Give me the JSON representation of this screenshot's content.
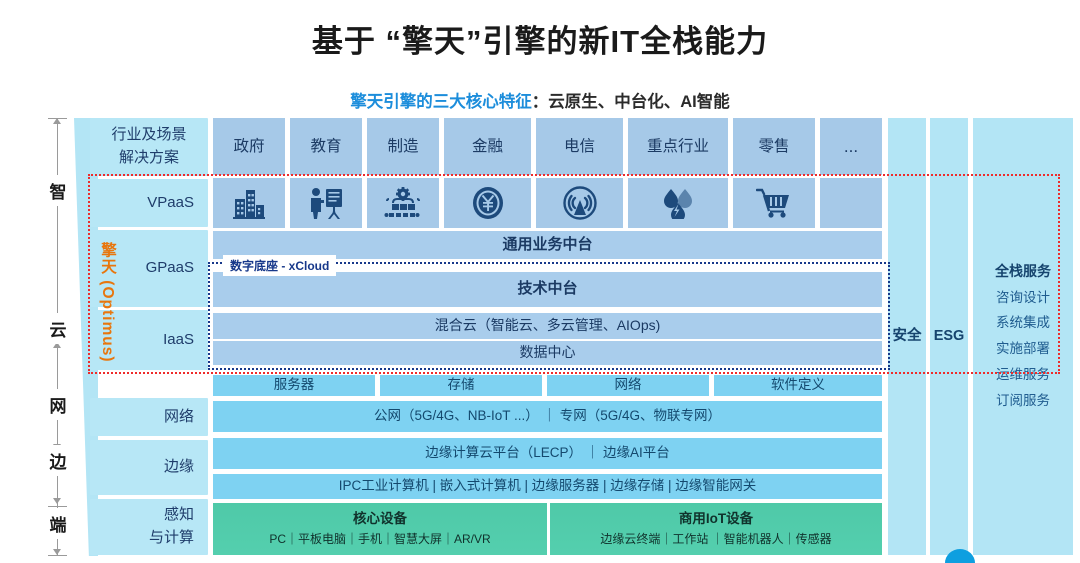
{
  "header": {
    "title": "基于 “擎天”引擎的新IT全栈能力",
    "subtitle_highlight": "擎天引擎的三大核心特征",
    "subtitle_rest": "：云原生、中台化、AI智能",
    "highlight_color": "#1c8ddb"
  },
  "axis": {
    "labels": [
      "智",
      "云",
      "网",
      "边",
      "端"
    ]
  },
  "left_column": {
    "solution_label": "行业及场景\n解决方案",
    "solution_line1": "行业及场景",
    "solution_line2": "解决方案",
    "layers": [
      "VPaaS",
      "GPaaS",
      "IaaS"
    ],
    "optimus": "擎天 (Optimus)",
    "optimus_color": "#e8760d",
    "lower_layers": [
      "网络",
      "边缘"
    ],
    "sensing_line1": "感知",
    "sensing_line2": "与计算"
  },
  "industries": [
    {
      "label": "政府",
      "icon": "building-icon"
    },
    {
      "label": "教育",
      "icon": "teaching-icon"
    },
    {
      "label": "制造",
      "icon": "manufacturing-gear-icon"
    },
    {
      "label": "金融",
      "icon": "yen-coin-icon"
    },
    {
      "label": "电信",
      "icon": "signal-tower-icon"
    },
    {
      "label": "重点行业",
      "icon": "energy-drops-icon"
    },
    {
      "label": "零售",
      "icon": "shopping-cart-icon"
    },
    {
      "label": "...",
      "icon": "ellipsis-icon"
    }
  ],
  "platform": {
    "business_midend": "通用业务中台",
    "tech_midend": "技术中台",
    "hybrid_cloud": "混合云（智能云、多云管理、AIOps)",
    "data_center": "数据中心",
    "xcloud_tag": "数字底座 - xCloud"
  },
  "infrastructure": {
    "hardware": [
      "服务器",
      "存储",
      "网络",
      "软件定义"
    ],
    "network": "公网（5G/4G、NB-IoT ...） ｜ 专网（5G/4G、物联专网）",
    "edge_platform": "边缘计算云平台（LECP） ｜ 边缘AI平台",
    "edge_devices": "IPC工业计算机 | 嵌入式计算机 | 边缘服务器 | 边缘存储 | 边缘智能网关"
  },
  "terminal": {
    "core_title": "核心设备",
    "core_items": "PC｜平板电脑｜手机｜智慧大屏｜AR/VR",
    "iot_title": "商用IoT设备",
    "iot_items": "边缘云终端｜工作站 ｜智能机器人｜传感器"
  },
  "right_columns": {
    "security": "安全",
    "esg": "ESG",
    "fullstack_title": "全栈服务",
    "fullstack_items": [
      "咨询设计",
      "系统集成",
      "实施部署",
      "运维服务",
      "订阅服务"
    ]
  }
}
